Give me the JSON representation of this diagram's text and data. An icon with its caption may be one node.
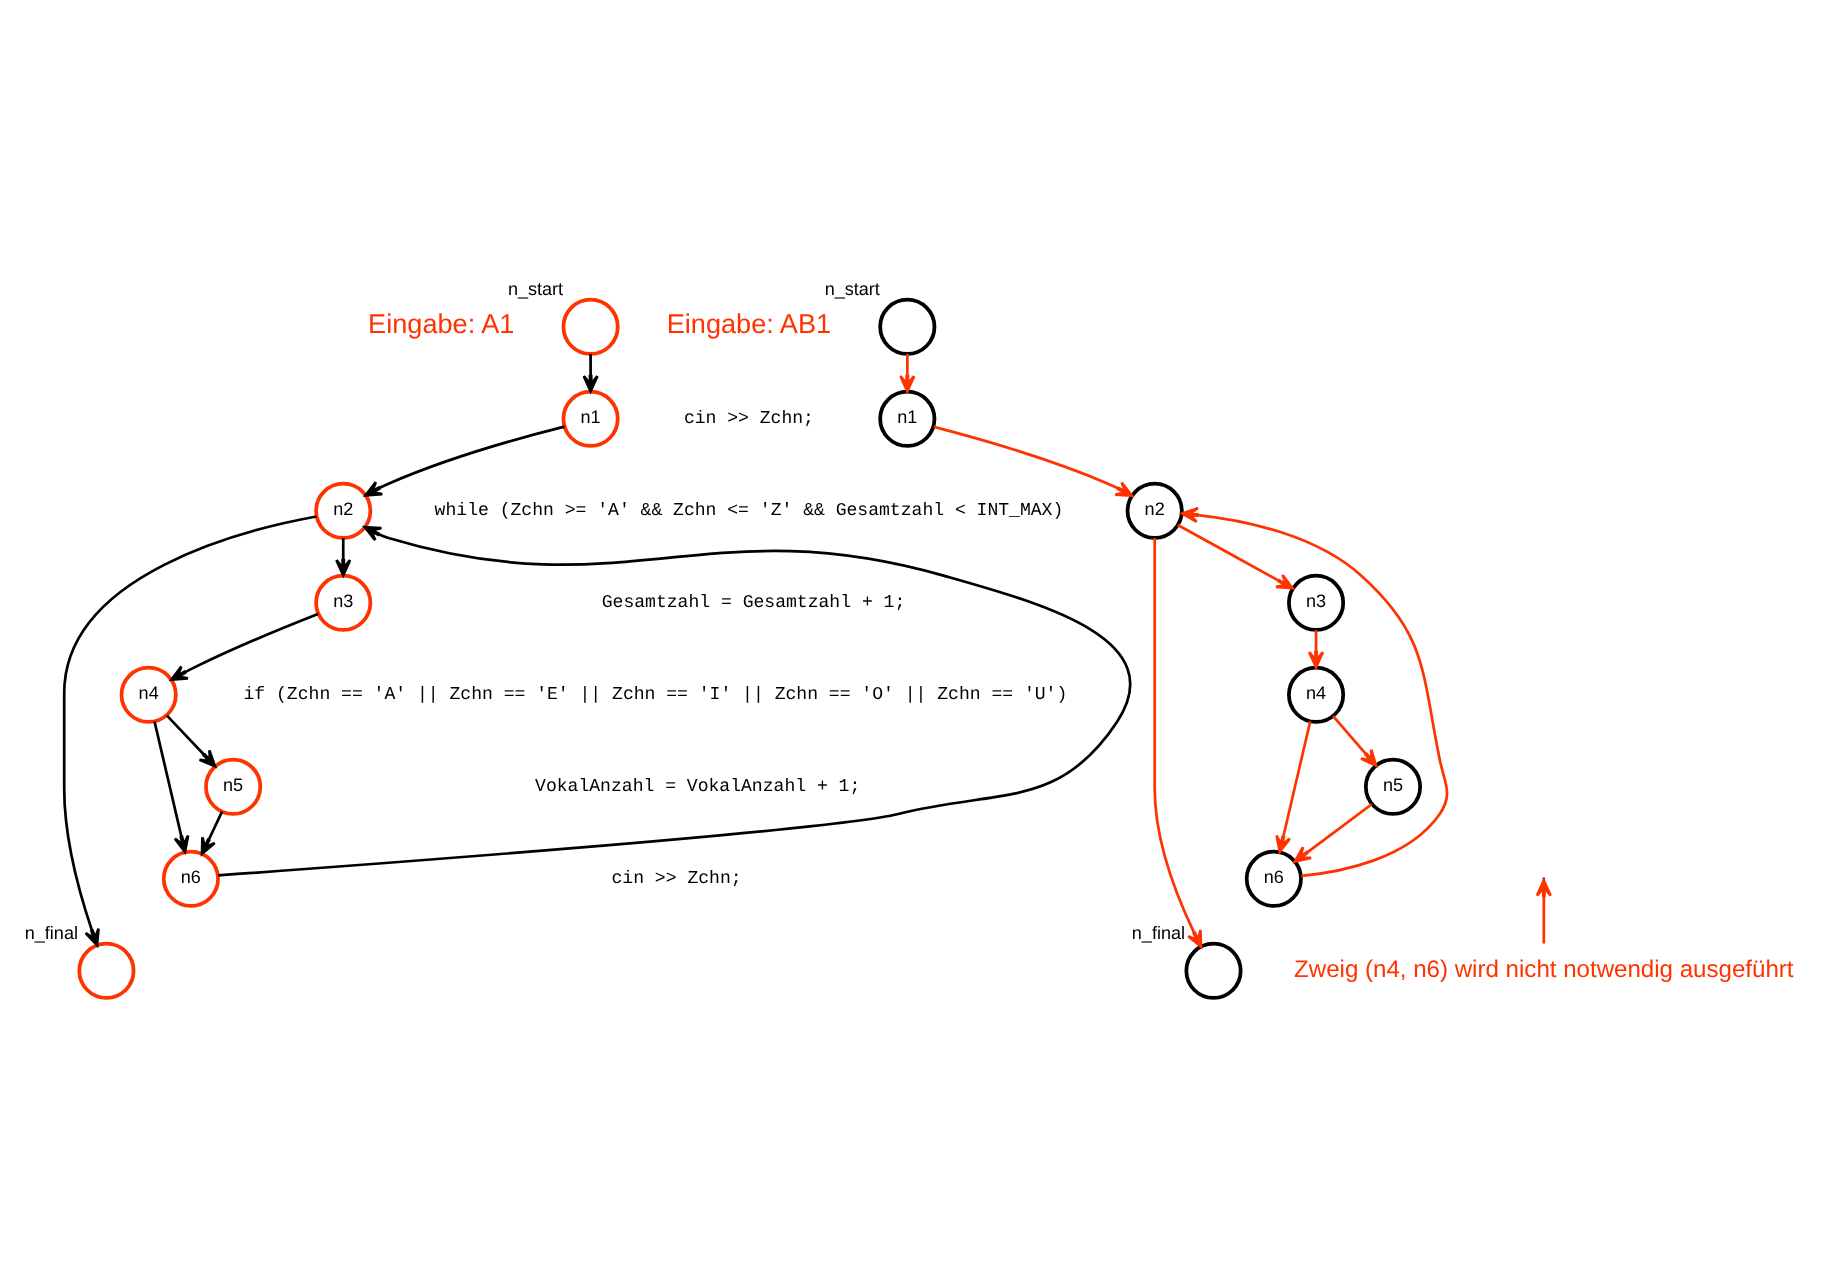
{
  "diagram": {
    "nodes": [
      {
        "text": [],
        "shape": "circle",
        "beside": [
          "n_start"
        ]
      },
      {
        "text": [
          "n1"
        ]
      },
      {
        "text": [
          "n2"
        ]
      },
      {
        "text": [
          "n3"
        ]
      },
      {
        "text": [
          "n4"
        ]
      },
      {
        "text": [
          "n5"
        ]
      },
      {
        "text": [
          "n6"
        ]
      },
      {
        "text": [],
        "shape": "circle",
        "beside": [
          "n_final"
        ]
      },
      {
        "text": [],
        "shape": "circle",
        "beside": [
          "n_start"
        ]
      },
      {
        "text": [
          "n1"
        ]
      },
      {
        "text": [
          "n2"
        ]
      },
      {
        "text": [
          "n3"
        ]
      },
      {
        "text": [
          "n4"
        ]
      },
      {
        "text": [
          "n5"
        ]
      },
      {
        "text": [
          "n6"
        ]
      },
      {
        "text": [],
        "shape": "circle",
        "beside": [
          "n_final"
        ]
      },
      {
        "text": [
          "Zweig (n4, n6) wird nicht notwendig ausgeführt"
        ]
      }
    ],
    "edges": [
      {
        "from": 0,
        "to": 1,
        "arrow": "to",
        "color": "#000000"
      },
      {
        "from": 1,
        "to": 2,
        "arrow": "to",
        "color": "#000000"
      },
      {
        "from": 2,
        "to": 3,
        "arrow": "to",
        "color": "#000000"
      },
      {
        "from": 3,
        "to": 4,
        "arrow": "to",
        "color": "#000000"
      },
      {
        "from": 4,
        "to": 5,
        "arrow": "to",
        "color": "#000000"
      },
      {
        "from": 5,
        "to": 6,
        "arrow": "to",
        "color": "#000000"
      },
      {
        "from": 6,
        "to": 2,
        "arrow": "to",
        "color": "#000000"
      },
      {
        "from": 4,
        "to": 6,
        "arrow": "to",
        "color": "#000000"
      },
      {
        "from": 2,
        "to": 7,
        "arrow": "to",
        "color": "#000000"
      },
      {
        "from": 8,
        "to": 9,
        "arrow": "to",
        "color": "#ff3300"
      },
      {
        "from": 9,
        "to": 10,
        "arrow": "to",
        "color": "#ff3300"
      },
      {
        "from": 10,
        "to": 11,
        "arrow": "to",
        "color": "#ff3300"
      },
      {
        "from": 11,
        "to": 12,
        "arrow": "to",
        "color": "#ff3300"
      },
      {
        "from": 12,
        "to": 13,
        "arrow": "to",
        "color": "#ff3300"
      },
      {
        "from": 13,
        "to": 14,
        "arrow": "to",
        "color": "#ff3300"
      },
      {
        "from": 14,
        "to": 10,
        "arrow": "to",
        "color": "#ff3300"
      },
      {
        "from": 12,
        "to": 14,
        "arrow": "to",
        "color": "#ff3300"
      },
      {
        "from": 10,
        "to": 15,
        "arrow": "to",
        "color": "#ff3300"
      },
      {
        "from": 16,
        "to": null,
        "arrow": "to",
        "color": "#ff3300"
      }
    ],
    "labels": [
      "Eingabe: A1",
      "Eingabe: AB1",
      "cin >> Zchn;",
      "while (Zchn >= 'A' && Zchn <= 'Z' && Gesamtzahl < INT_MAX)",
      "Gesamtzahl = Gesamtzahl + 1;",
      "if (Zchn == 'A' || Zchn == 'E' || Zchn == 'I' || Zchn == 'O' || Zchn == 'U')",
      "VokalAnzahl = VokalAnzahl + 1;",
      "cin >> Zchn;"
    ]
  }
}
